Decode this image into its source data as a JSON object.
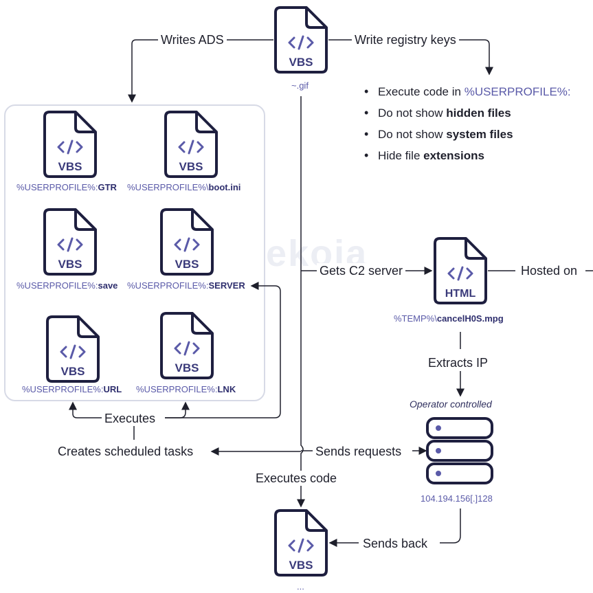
{
  "watermark": "sekoia",
  "main_file": {
    "type_label": "VBS",
    "caption": "~.gif"
  },
  "labels": {
    "writes_ads": "Writes ADS",
    "write_registry": "Write registry keys",
    "gets_c2": "Gets C2 server",
    "hosted_on": "Hosted on",
    "extracts_ip": "Extracts IP",
    "executes": "Executes",
    "creates_tasks": "Creates scheduled tasks",
    "sends_requests": "Sends requests",
    "executes_code": "Executes code",
    "sends_back": "Sends back",
    "operator_controlled": "Operator controlled"
  },
  "registry_actions": [
    {
      "prefix": "Execute code in ",
      "highlight": "%USERPROFILE%:",
      "bold": ""
    },
    {
      "prefix": "Do not show ",
      "highlight": "",
      "bold": "hidden files"
    },
    {
      "prefix": "Do not show ",
      "highlight": "",
      "bold": "system files"
    },
    {
      "prefix": "Hide file ",
      "highlight": "",
      "bold": "extensions"
    }
  ],
  "ads_files": [
    {
      "type_label": "VBS",
      "path_prefix": "%USERPROFILE%:",
      "path_name": "GTR"
    },
    {
      "type_label": "VBS",
      "path_prefix": "%USERPROFILE%\\",
      "path_name": "boot.ini"
    },
    {
      "type_label": "VBS",
      "path_prefix": "%USERPROFILE%:",
      "path_name": "save"
    },
    {
      "type_label": "VBS",
      "path_prefix": "%USERPROFILE%:",
      "path_name": "SERVER"
    },
    {
      "type_label": "VBS",
      "path_prefix": "%USERPROFILE%:",
      "path_name": "URL"
    },
    {
      "type_label": "VBS",
      "path_prefix": "%USERPROFILE%:",
      "path_name": "LNK"
    }
  ],
  "html_file": {
    "type_label": "HTML",
    "path_prefix": "%TEMP%\\",
    "path_name": "cancelH0S.mpg"
  },
  "server": {
    "ip": "104.194.156[.]128"
  },
  "result_file": {
    "type_label": "VBS",
    "caption": "..."
  },
  "colors": {
    "accent": "#5a5aa8",
    "dark": "#1e1f3f",
    "line": "#1e1f2b",
    "box_border": "#d7dae6"
  }
}
